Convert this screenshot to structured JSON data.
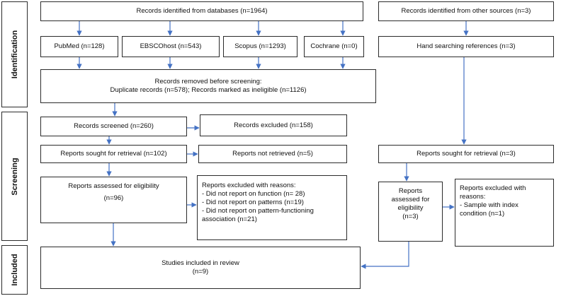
{
  "phases": {
    "identification": "Identification",
    "screening": "Screening",
    "included": "Included"
  },
  "identification": {
    "databases": "Records identified from databases (n=1964)",
    "other_sources": "Records identified from other sources (n=3)",
    "pubmed": "PubMed (n=128)",
    "ebscohost": "EBSCOhost (n=543)",
    "scopus": "Scopus (n=1293)",
    "cochrane": "Cochrane (n=0)",
    "hand_search": "Hand searching references (n=3)",
    "removed_line1": "Records removed before screening:",
    "removed_line2": "Duplicate records (n=578); Records marked as ineligible (n=1126)"
  },
  "screening": {
    "screened": "Records screened (n=260)",
    "excluded": "Records excluded (n=158)",
    "sought": "Reports sought for retrieval (n=102)",
    "not_retrieved": "Reports not retrieved (n=5)",
    "sought_other": "Reports sought for retrieval (n=3)",
    "assessed_line1": "Reports assessed for eligibility",
    "assessed_line2": "(n=96)",
    "excluded_reasons": [
      "Reports excluded with reasons:",
      "- Did not report on function (n= 28)",
      "- Did not report on patterns (n=19)",
      "- Did not report on pattern-functioning",
      "association (n=21)"
    ],
    "assessed_other": [
      "Reports",
      "assessed for",
      "eligibility",
      "(n=3)"
    ],
    "excluded_other": [
      "Reports excluded with",
      "reasons:",
      "- Sample with index",
      "condition (n=1)"
    ]
  },
  "included": {
    "line1": "Studies included in review",
    "line2": "(n=9)"
  },
  "colors": {
    "arrow": "#4472c4",
    "border": "#2b2b2b"
  }
}
